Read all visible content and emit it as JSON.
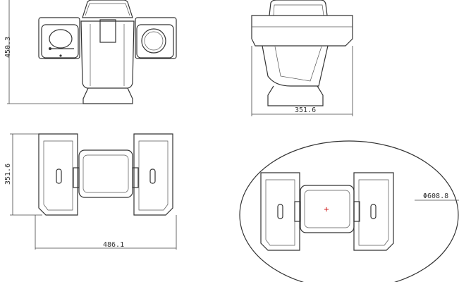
{
  "front_view": {
    "height_label": "450.3"
  },
  "side_view": {
    "depth_label": "351.6"
  },
  "top_view": {
    "depth_label": "351.6",
    "width_label": "486.1"
  },
  "bottom_view": {
    "diameter_label": "Φ608.8"
  },
  "colors": {
    "line": "#333333",
    "center_mark": "#d02020"
  }
}
